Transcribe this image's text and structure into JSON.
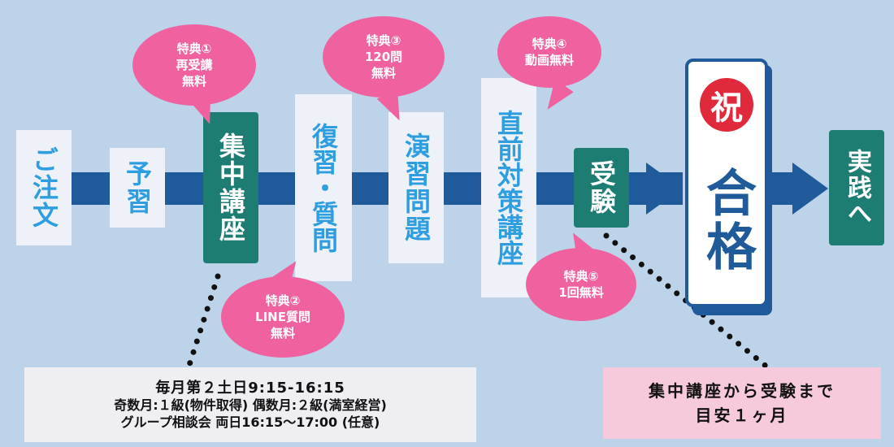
{
  "steps": {
    "order": "ご注文",
    "preview": "予習",
    "intensive": "集中講座",
    "review": "復習・質問",
    "exercises": "演習問題",
    "final_course": "直前対策講座",
    "exam": "受験",
    "celebrate_mark": "祝",
    "pass": "合格",
    "practice": "実践へ"
  },
  "perks": [
    {
      "title": "特典①",
      "line1": "再受講",
      "line2": "無料"
    },
    {
      "title": "特典②",
      "line1": "LINE質問",
      "line2": "無料"
    },
    {
      "title": "特典③",
      "line1": "120問",
      "line2": "無料"
    },
    {
      "title": "特典④",
      "line1": "動画無料",
      "line2": ""
    },
    {
      "title": "特典⑤",
      "line1": "1回無料",
      "line2": ""
    }
  ],
  "schedule_note": {
    "line1": "毎月第２土日9:15-16:15",
    "line2": "奇数月:１級(物件取得) 偶数月:２級(満室経営)",
    "line3": "グループ相談会 両日16:15～17:00 (任意)"
  },
  "duration_note": {
    "line1": "集中講座から受験まで",
    "line2": "目安１ヶ月"
  },
  "colors": {
    "background": "#bcd3ea",
    "arrow": "#1f5a9a",
    "teal": "#1d7d73",
    "pink": "#f0629f",
    "light_blue_text": "#2f9ee0",
    "celebrate_red": "#e02a3c"
  }
}
